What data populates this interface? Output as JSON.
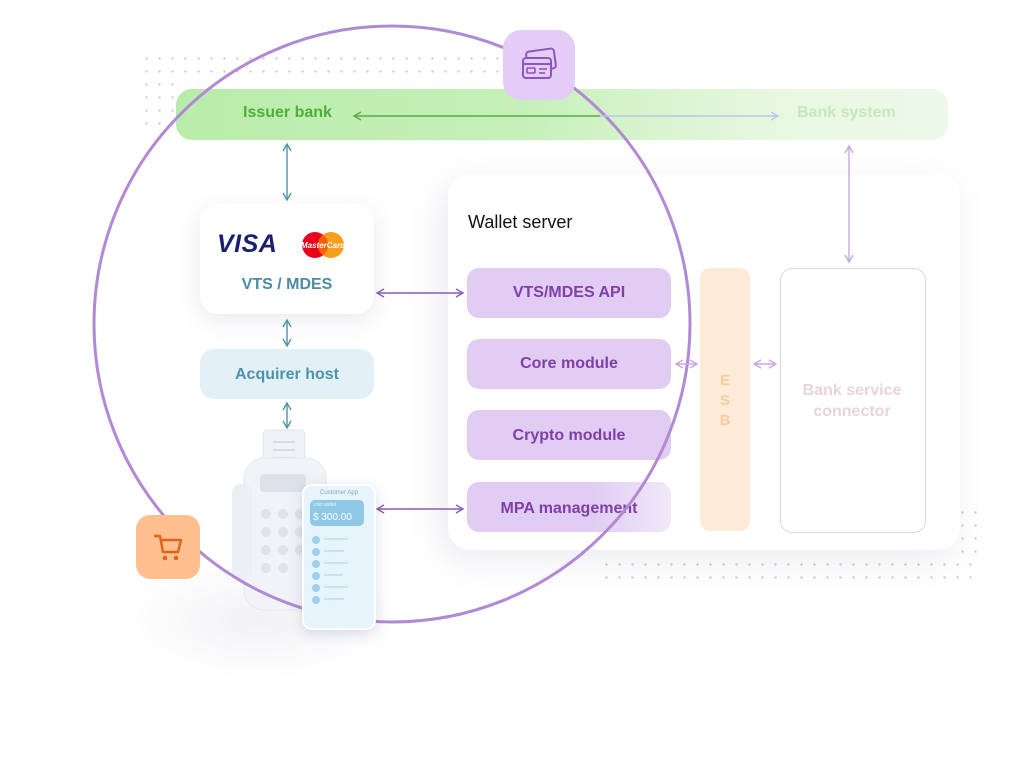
{
  "issuer_bank": {
    "label": "Issuer bank"
  },
  "bank_system": {
    "label": "Bank system"
  },
  "vts_card": {
    "visa_logo": "VISA",
    "mastercard_logo": "MasterCard",
    "label": "VTS / MDES"
  },
  "acquirer": {
    "label": "Acquirer host"
  },
  "wallet_server": {
    "title": "Wallet server",
    "modules": [
      "VTS/MDES API",
      "Core module",
      "Crypto module",
      "MPA management"
    ]
  },
  "esb": {
    "letters": [
      "E",
      "S",
      "B"
    ]
  },
  "bank_connector": {
    "label_line1": "Bank service",
    "label_line2": "connector"
  },
  "customer_app": {
    "title": "Customer App",
    "balance_label": "Unit wallet",
    "balance": "$ 300.00"
  },
  "icons": [
    "credit-card-icon",
    "shopping-cart-icon"
  ],
  "colors": {
    "issuer_green": "#4fae38",
    "module_purple": "#7e3fa6",
    "acquirer_teal": "#4f93a8",
    "circle": "#b189d4",
    "cart_orange": "#ffbf8f"
  }
}
